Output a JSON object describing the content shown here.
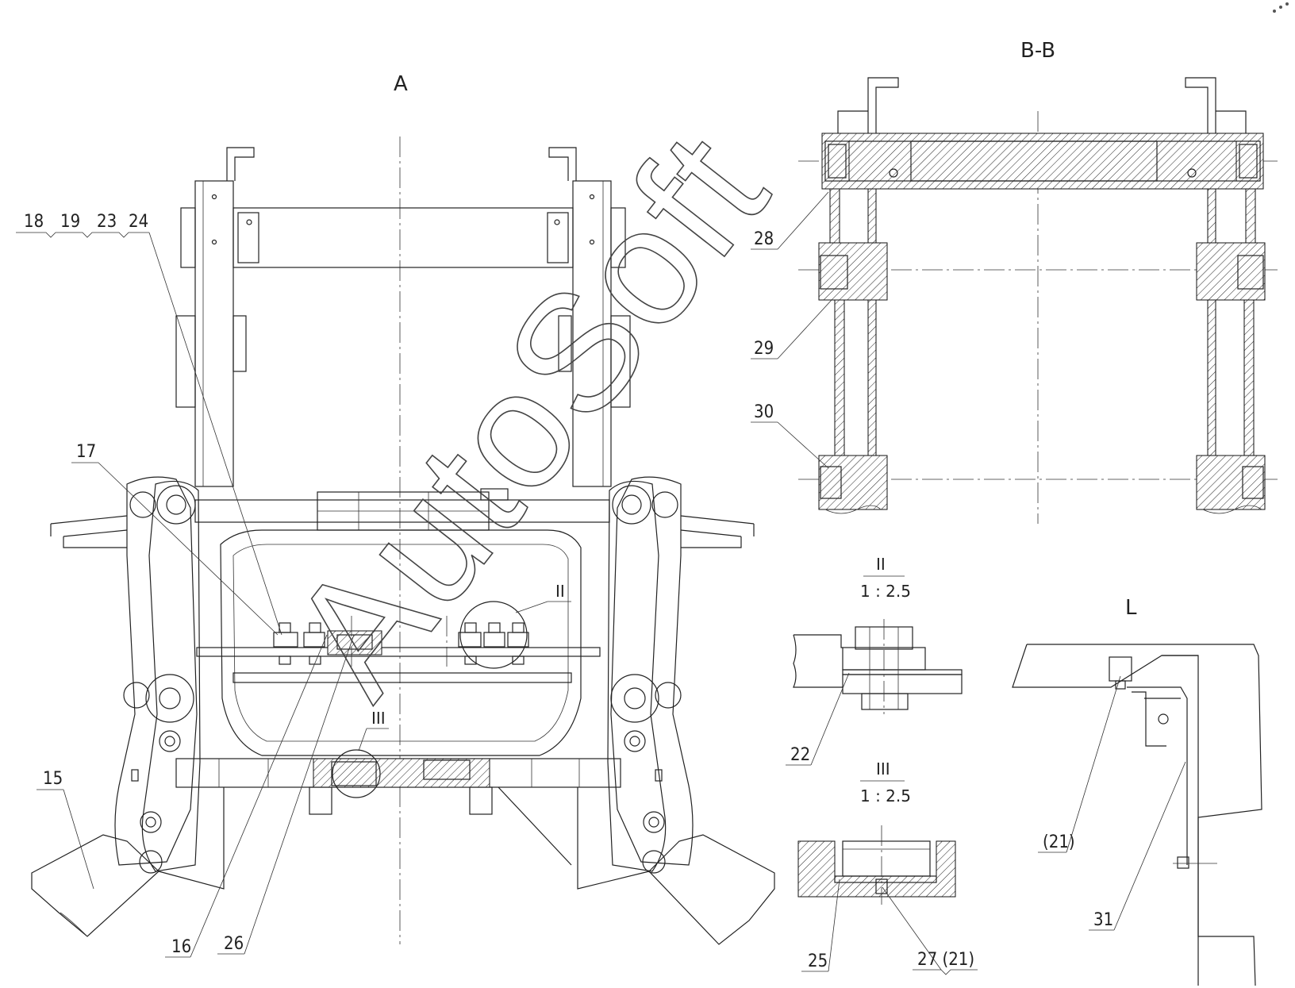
{
  "views": {
    "front": {
      "title": "A"
    },
    "section": {
      "title": "B-B"
    },
    "detail_ii": {
      "title": "II",
      "scale": "1 : 2.5"
    },
    "detail_iii": {
      "title": "III",
      "scale": "1 : 2.5"
    },
    "view_l": {
      "title": "L"
    }
  },
  "detail_markers": {
    "ii": "II",
    "iii": "III"
  },
  "callouts": {
    "c18": "18",
    "c19": "19",
    "c23": "23",
    "c24": "24",
    "c17": "17",
    "c15": "15",
    "c16": "16",
    "c26": "26",
    "c28": "28",
    "c29": "29",
    "c30": "30",
    "c22": "22",
    "c25": "25",
    "c27": "27 (21)",
    "c21": "(21)",
    "c31": "31"
  },
  "watermark": "AutoSoft",
  "colors": {
    "line": "#222222",
    "background": "#ffffff"
  }
}
